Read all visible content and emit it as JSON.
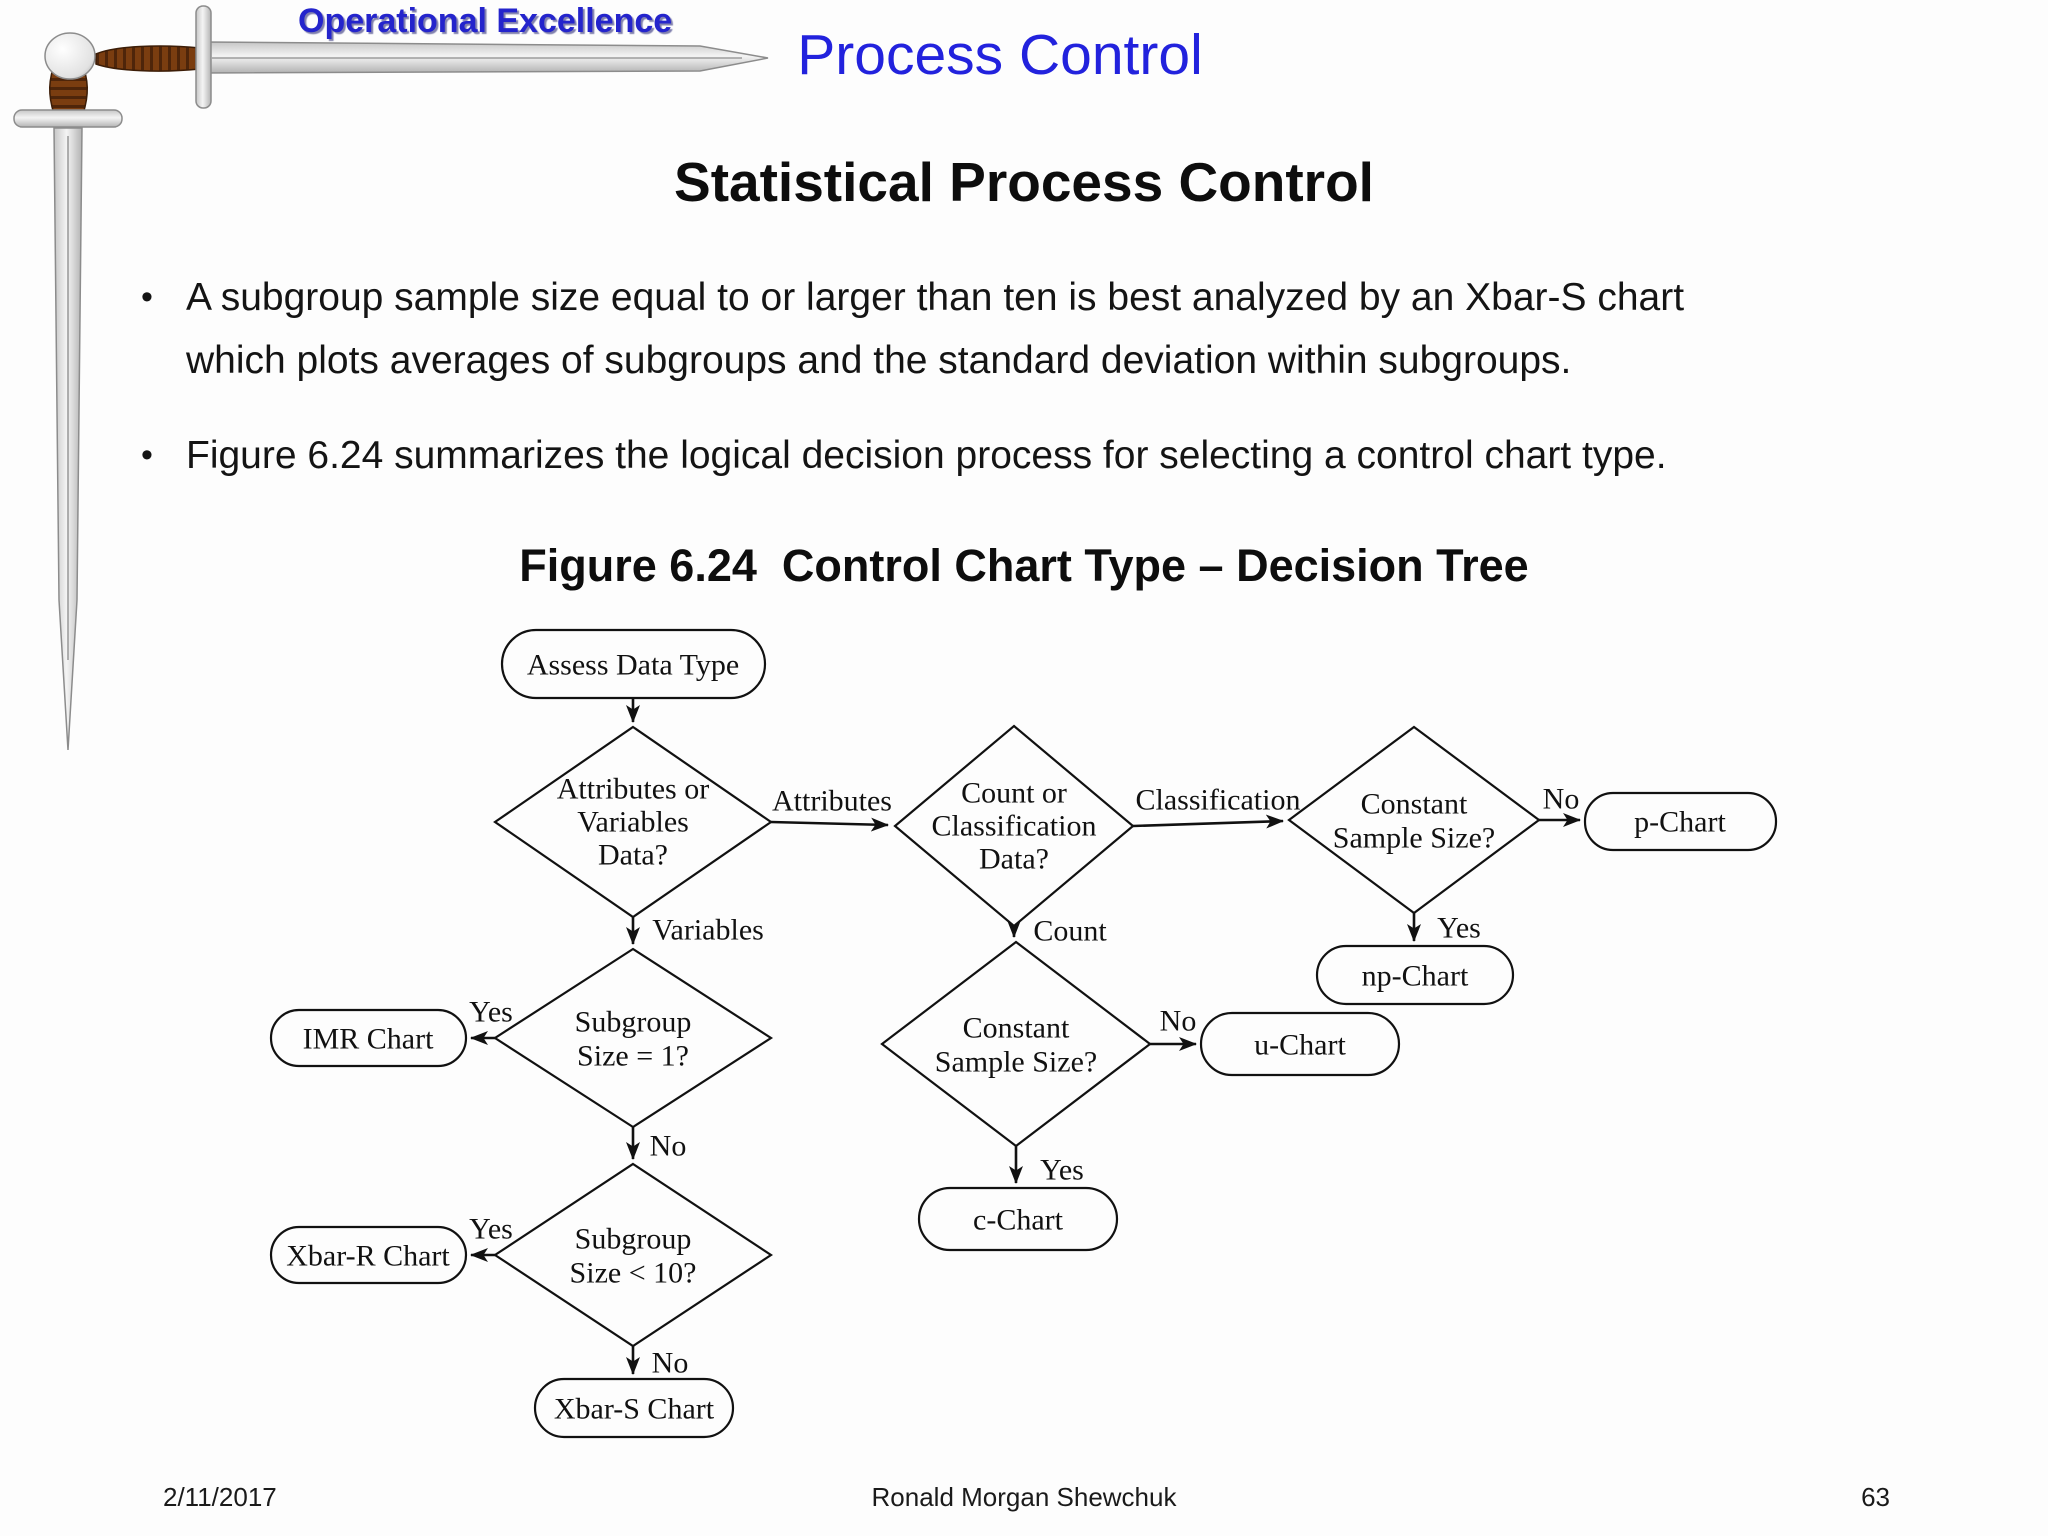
{
  "header": {
    "logo_icon": "crossed-swords",
    "logo_text": "Operational Excellence",
    "title": "Process Control"
  },
  "slide": {
    "heading": "Statistical Process Control",
    "bullets": [
      {
        "lines": [
          "A subgroup sample size equal to or larger than ten is best analyzed by an Xbar-S chart",
          "which plots averages of subgroups and the standard deviation within subgroups."
        ]
      },
      {
        "lines": [
          "Figure 6.24 summarizes the logical decision process for selecting a control chart type."
        ]
      }
    ],
    "figure_caption": "Figure 6.24  Control Chart Type – Decision Tree"
  },
  "flowchart": {
    "nodes": {
      "start": {
        "type": "terminator",
        "label": "Assess Data Type"
      },
      "d_attr_var": {
        "type": "decision",
        "lines": [
          "Attributes or",
          "Variables",
          "Data?"
        ]
      },
      "d_count_class": {
        "type": "decision",
        "lines": [
          "Count or",
          "Classification",
          "Data?"
        ]
      },
      "d_const_top": {
        "type": "decision",
        "lines": [
          "Constant",
          "Sample Size?"
        ]
      },
      "d_const_mid": {
        "type": "decision",
        "lines": [
          "Constant",
          "Sample Size?"
        ]
      },
      "d_subgroup_1": {
        "type": "decision",
        "lines": [
          "Subgroup",
          "Size = 1?"
        ]
      },
      "d_subgroup_10": {
        "type": "decision",
        "lines": [
          "Subgroup",
          "Size < 10?"
        ]
      },
      "p_chart": {
        "type": "terminator",
        "label": "p-Chart"
      },
      "np_chart": {
        "type": "terminator",
        "label": "np-Chart"
      },
      "u_chart": {
        "type": "terminator",
        "label": "u-Chart"
      },
      "c_chart": {
        "type": "terminator",
        "label": "c-Chart"
      },
      "imr_chart": {
        "type": "terminator",
        "label": "IMR Chart"
      },
      "xbar_r_chart": {
        "type": "terminator",
        "label": "Xbar-R Chart"
      },
      "xbar_s_chart": {
        "type": "terminator",
        "label": "Xbar-S Chart"
      }
    },
    "edge_labels": {
      "attributes": "Attributes",
      "variables": "Variables",
      "classification": "Classification",
      "count": "Count",
      "no_to_p": "No",
      "yes_to_np": "Yes",
      "no_to_u": "No",
      "yes_to_c": "Yes",
      "yes_to_imr": "Yes",
      "no_to_subgroup10": "No",
      "yes_to_xbar_r": "Yes",
      "no_to_xbar_s": "No"
    },
    "line_color": "#111111"
  },
  "footer": {
    "date": "2/11/2017",
    "author": "Ronald Morgan Shewchuk",
    "page_number": "63"
  }
}
